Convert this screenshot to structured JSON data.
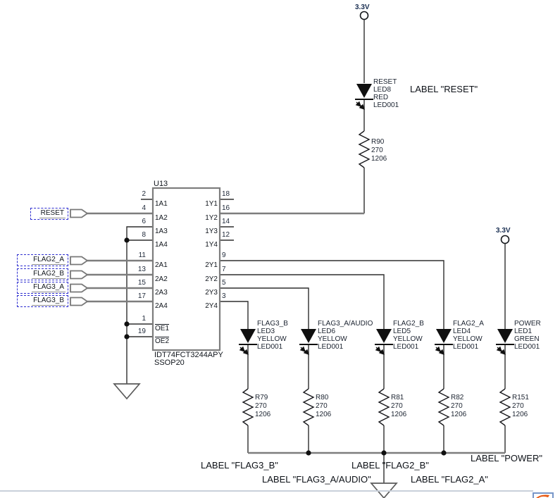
{
  "power": {
    "rail": "3.3V"
  },
  "ic": {
    "refdes": "U13",
    "part": "IDT74FCT3244APY",
    "package": "SSOP20",
    "left_pins": [
      {
        "num": "2",
        "name": "1A1"
      },
      {
        "num": "4",
        "name": "1A2"
      },
      {
        "num": "6",
        "name": "1A3"
      },
      {
        "num": "8",
        "name": "1A4"
      },
      {
        "num": "11",
        "name": "2A1"
      },
      {
        "num": "13",
        "name": "2A2"
      },
      {
        "num": "15",
        "name": "2A3"
      },
      {
        "num": "17",
        "name": "2A4"
      },
      {
        "num": "1",
        "name": "OE1"
      },
      {
        "num": "19",
        "name": "OE2"
      }
    ],
    "right_pins": [
      {
        "num": "18",
        "name": "1Y1"
      },
      {
        "num": "16",
        "name": "1Y2"
      },
      {
        "num": "14",
        "name": "1Y3"
      },
      {
        "num": "12",
        "name": "1Y4"
      },
      {
        "num": "9",
        "name": "2Y1"
      },
      {
        "num": "7",
        "name": "2Y2"
      },
      {
        "num": "5",
        "name": "2Y3"
      },
      {
        "num": "3",
        "name": "2Y4"
      }
    ]
  },
  "ports": {
    "reset": "RESET",
    "flag2_a": "FLAG2_A",
    "flag2_b": "FLAG2_B",
    "flag3_a": "FLAG3_A",
    "flag3_b": "FLAG3_B"
  },
  "reset_led": {
    "net": "RESET",
    "ref": "LED8",
    "color": "RED",
    "part": "LED001"
  },
  "reset_resistor": {
    "ref": "R90",
    "value": "270",
    "package": "1206"
  },
  "leds": [
    {
      "net": "FLAG3_B",
      "ref": "LED3",
      "color": "YELLOW",
      "part": "LED001"
    },
    {
      "net": "FLAG3_A/AUDIO",
      "ref": "LED6",
      "color": "YELLOW",
      "part": "LED001"
    },
    {
      "net": "FLAG2_B",
      "ref": "LED5",
      "color": "YELLOW",
      "part": "LED001"
    },
    {
      "net": "FLAG2_A",
      "ref": "LED4",
      "color": "YELLOW",
      "part": "LED001"
    },
    {
      "net": "POWER",
      "ref": "LED1",
      "color": "GREEN",
      "part": "LED001"
    }
  ],
  "resistors": [
    {
      "ref": "R79",
      "value": "270",
      "package": "1206"
    },
    {
      "ref": "R80",
      "value": "270",
      "package": "1206"
    },
    {
      "ref": "R81",
      "value": "270",
      "package": "1206"
    },
    {
      "ref": "R82",
      "value": "270",
      "package": "1206"
    },
    {
      "ref": "R151",
      "value": "270",
      "package": "1206"
    }
  ],
  "annotations": {
    "reset": "LABEL \"RESET\"",
    "flag3_b": "LABEL \"FLAG3_B\"",
    "flag3_a_audio": "LABEL \"FLAG3_A/AUDIO\"",
    "flag2_b": "LABEL \"FLAG2_B\"",
    "flag2_a": "LABEL \"FLAG2_A\"",
    "power": "LABEL \"POWER\""
  },
  "colors": {
    "wire_thin": "#2e2e2e",
    "wire_thick": "#7d7d7d",
    "port_dash": "#2f2fd0",
    "app_icon_orange": "#e8570f"
  }
}
